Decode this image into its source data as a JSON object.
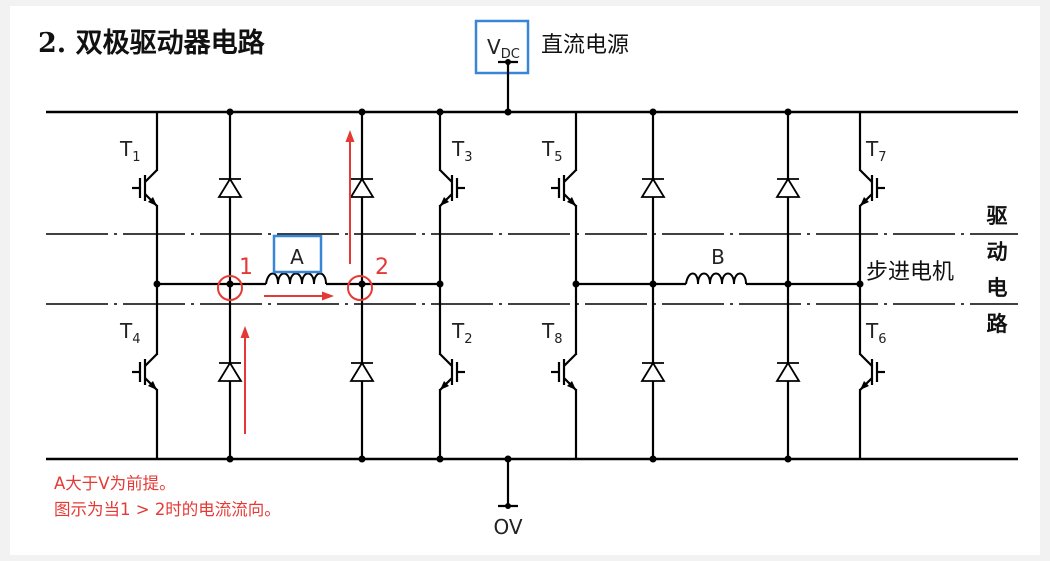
{
  "title": "2. 双极驱动器电路",
  "vdc": {
    "main": "V",
    "sub": "DC",
    "label": "直流电源"
  },
  "ground": "OV",
  "side_label": [
    "驱",
    "动",
    "电",
    "路"
  ],
  "motor_label": "步进电机",
  "coils": {
    "a": "A",
    "b": "B"
  },
  "transistors": {
    "t1": {
      "main": "T",
      "sub": "1"
    },
    "t2": {
      "main": "T",
      "sub": "2"
    },
    "t3": {
      "main": "T",
      "sub": "3"
    },
    "t4": {
      "main": "T",
      "sub": "4"
    },
    "t5": {
      "main": "T",
      "sub": "5"
    },
    "t6": {
      "main": "T",
      "sub": "6"
    },
    "t7": {
      "main": "T",
      "sub": "7"
    },
    "t8": {
      "main": "T",
      "sub": "8"
    }
  },
  "points": {
    "p1": "1",
    "p2": "2"
  },
  "notes": [
    "A大于V为前提。",
    "图示为当1 > 2时的电流流向。"
  ],
  "colors": {
    "highlight_box": "#3a86d6",
    "annotation": "#e53935"
  }
}
